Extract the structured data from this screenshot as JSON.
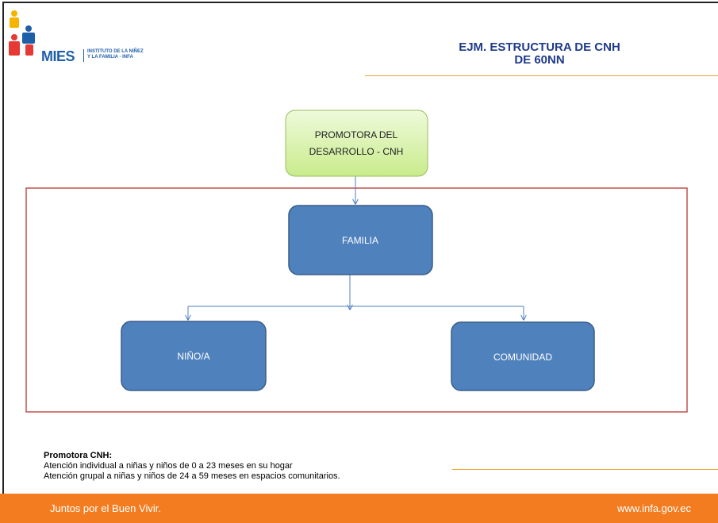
{
  "header": {
    "logo_text": "MIES",
    "logo_subtitle_line1": "INSTITUTO DE LA NIÑEZ",
    "logo_subtitle_line2": "Y LA FAMILIA - INFA",
    "title_line1": "EJM. ESTRUCTURA DE  CNH",
    "title_line2": "DE 60NN"
  },
  "diagram": {
    "promotora": {
      "line1": "PROMOTORA DEL",
      "line2": "DESARROLLO - CNH"
    },
    "familia": "FAMILIA",
    "nino": "NIÑO/A",
    "comunidad": "COMUNIDAD"
  },
  "notes": {
    "heading": "Promotora CNH:",
    "line1": "Atención individual  a niñas y niños de 0 a  23 meses en su hogar",
    "line2": "Atención grupal a niñas y niños de 24 a 59 meses en espacios comunitarios."
  },
  "footer": {
    "left": "Juntos por el Buen Vivir.",
    "right": "www.infa.gov.ec"
  },
  "colors": {
    "accent_orange": "#f47c20",
    "box_blue": "#4f81bd",
    "box_green": "#d7f1a8",
    "frame_red": "#c0504d",
    "title_blue": "#1f3b8a"
  }
}
